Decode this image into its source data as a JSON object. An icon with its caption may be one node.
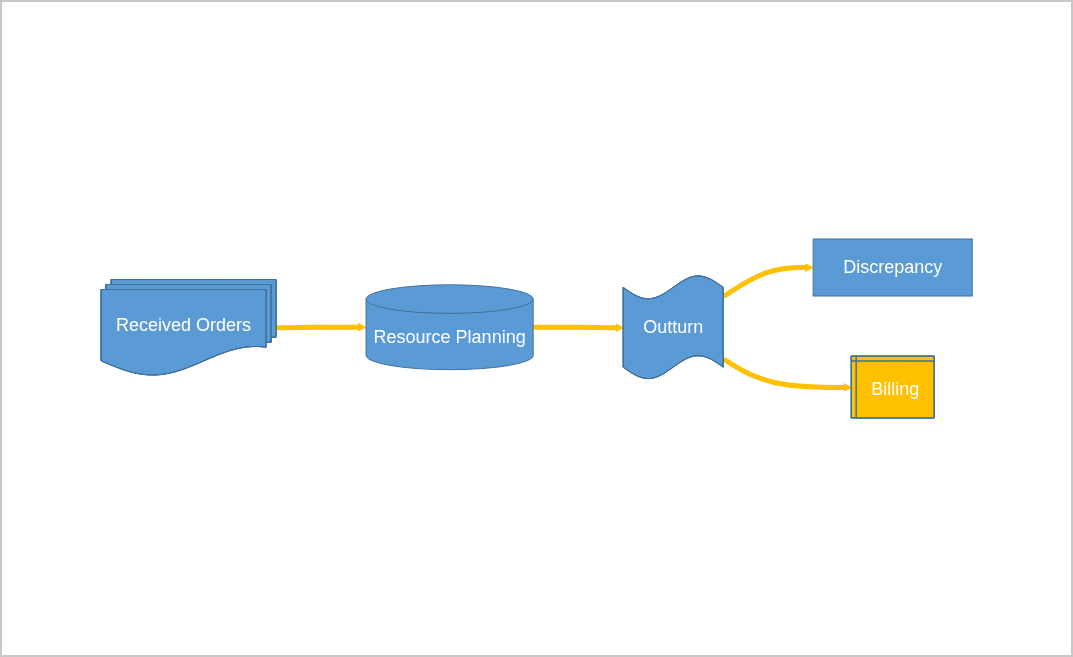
{
  "diagram": {
    "nodes": [
      {
        "text": [
          "Received Orders"
        ]
      },
      {
        "text": [
          "Resource Planning"
        ]
      },
      {
        "text": [
          "Outturn"
        ]
      },
      {
        "text": [
          "Discrepancy"
        ]
      },
      {
        "text": [
          "Billing"
        ]
      }
    ],
    "edges": [
      {
        "from": 0,
        "to": 1,
        "arrow": "to"
      },
      {
        "from": 1,
        "to": 2,
        "arrow": "to"
      },
      {
        "from": 2,
        "to": 3,
        "arrow": "to"
      },
      {
        "from": 2,
        "to": 4,
        "arrow": "to"
      }
    ]
  }
}
